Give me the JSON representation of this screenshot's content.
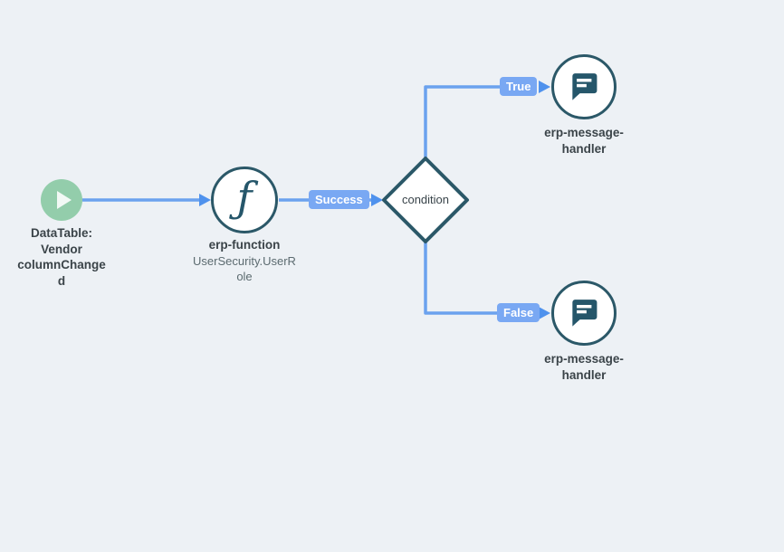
{
  "diagram": {
    "background": "#edf1f5",
    "nodes": {
      "start": {
        "type": "trigger",
        "icon": "play-icon",
        "fill": "#93cdab",
        "label_lines": [
          "DataTable:",
          "Vendor",
          "columnChange",
          "d"
        ]
      },
      "function": {
        "icon": "function-icon",
        "icon_glyph": "ƒ",
        "label": "erp-function",
        "sublabel_lines": [
          "UserSecurity.UserR",
          "ole"
        ]
      },
      "condition": {
        "shape": "diamond",
        "label": "condition"
      },
      "message_true": {
        "icon": "message-icon",
        "label_lines": [
          "erp-message-",
          "handler"
        ]
      },
      "message_false": {
        "icon": "message-icon",
        "label_lines": [
          "erp-message-",
          "handler"
        ]
      }
    },
    "edges": {
      "success": {
        "label": "Success"
      },
      "true_branch": {
        "label": "True"
      },
      "false_branch": {
        "label": "False"
      }
    },
    "colors": {
      "edge": "#6ba2ee",
      "arrow": "#4f92ed",
      "badge_bg": "#79a8f3",
      "badge_text": "#ffffff",
      "node_border": "#2b5868",
      "node_fill": "#ffffff",
      "start_fill": "#93cdab",
      "label_text": "#3b4449",
      "sublabel_text": "#5c6b70"
    }
  }
}
